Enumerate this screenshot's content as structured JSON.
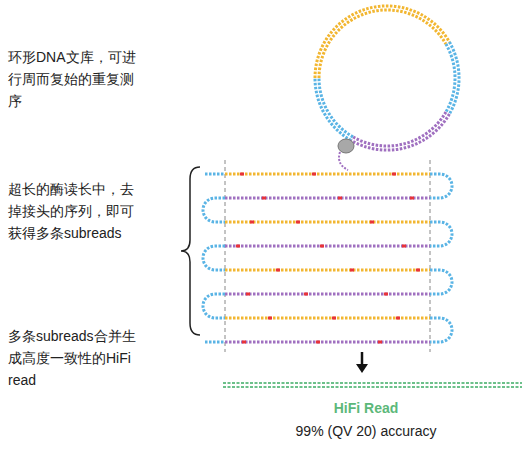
{
  "diagram": {
    "labels": [
      "环形DNA文库，可进行周而复始的重复测序",
      "超长的酶读长中，去掉接头的序列，即可获得多条subreads",
      "多条subreads合并生成高度一致性的HiFi read",
      "HiFi Read",
      "99% (QV 20) accuracy"
    ]
  }
}
